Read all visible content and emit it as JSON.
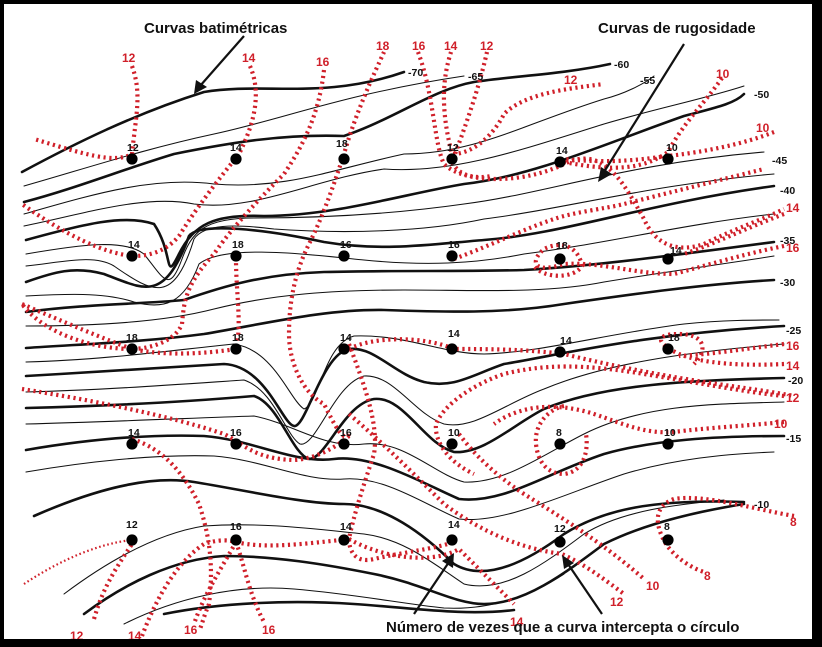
{
  "annotations": {
    "bathymetric": "Curvas batimétricas",
    "roughness": "Curvas de rugosidade",
    "intercept": "Número de vezes que a curva intercepta o círculo"
  },
  "depth_labels": [
    "-70",
    "-65",
    "-60",
    "-55",
    "-50",
    "-45",
    "-40",
    "-35",
    "-30",
    "-25",
    "-20",
    "-15",
    "-10"
  ],
  "sample_points": [
    {
      "label": "12"
    },
    {
      "label": "14"
    },
    {
      "label": "18"
    },
    {
      "label": "12"
    },
    {
      "label": "14"
    },
    {
      "label": "10"
    },
    {
      "label": "14"
    },
    {
      "label": "18"
    },
    {
      "label": "16"
    },
    {
      "label": "16"
    },
    {
      "label": "18"
    },
    {
      "label": "14"
    },
    {
      "label": "18"
    },
    {
      "label": "18"
    },
    {
      "label": "14"
    },
    {
      "label": "14"
    },
    {
      "label": "14"
    },
    {
      "label": "18"
    },
    {
      "label": "14"
    },
    {
      "label": "16"
    },
    {
      "label": "16"
    },
    {
      "label": "10"
    },
    {
      "label": "8"
    },
    {
      "label": "10"
    },
    {
      "label": "12"
    },
    {
      "label": "16"
    },
    {
      "label": "14"
    },
    {
      "label": "14"
    },
    {
      "label": "12"
    },
    {
      "label": "8"
    }
  ],
  "roughness_labels": [
    "12",
    "14",
    "16",
    "18",
    "16",
    "14",
    "12",
    "12",
    "10",
    "10",
    "14",
    "16",
    "16",
    "14",
    "12",
    "10",
    "8",
    "8",
    "10",
    "12",
    "14",
    "12",
    "14",
    "16",
    "16"
  ],
  "colors": {
    "bathymetric": "#111111",
    "roughness": "#d0202a"
  }
}
